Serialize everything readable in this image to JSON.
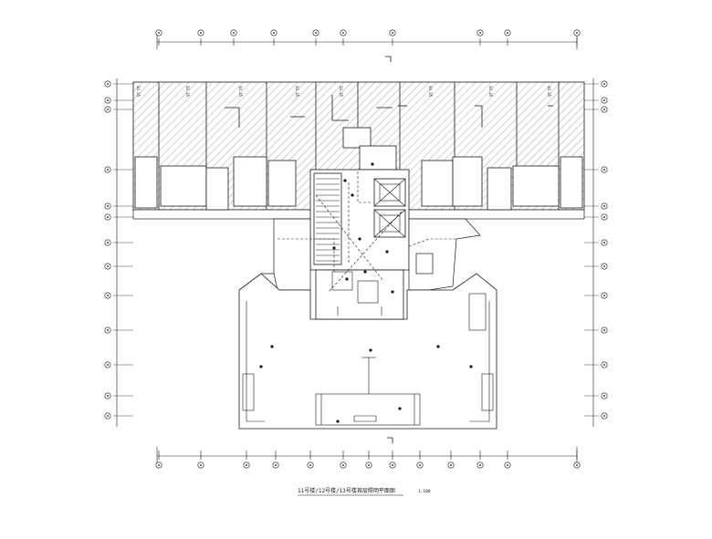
{
  "drawing": {
    "title": "11号楼/12号楼/13号楼首层照明平面图",
    "scale": "1:100"
  },
  "units": {
    "labels": [
      "34.35",
      "34.35",
      "34.35",
      "34.35",
      "34.35",
      "34.35",
      "34.35",
      "34.35"
    ]
  },
  "colors": {
    "line": "#1a1a1a",
    "hatch": "#6b6b6b",
    "background": "#ffffff"
  }
}
